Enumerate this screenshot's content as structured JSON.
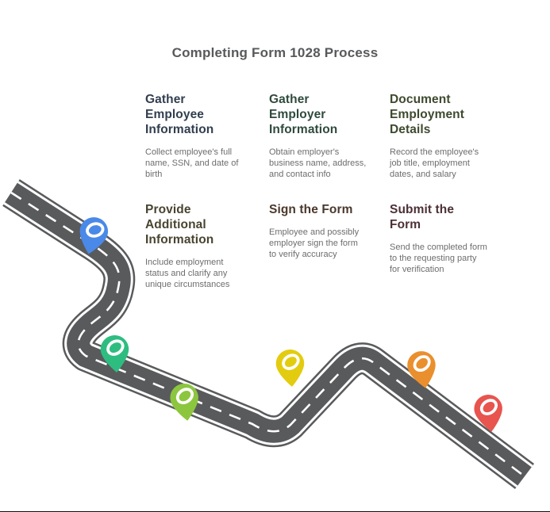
{
  "title": "Completing Form 1028 Process",
  "theme": {
    "background": "#ffffff",
    "title_color": "#58595b",
    "body_text_color": "#6d6d6d",
    "road_color": "#595a5c",
    "road_line_color": "#ffffff"
  },
  "steps": [
    {
      "heading": "Gather Employee Information",
      "description": "Collect employee's full name, SSN, and date of birth",
      "heading_color": "#323e4f",
      "pin": "blue-location-pin",
      "pin_color": "#4a89e8"
    },
    {
      "heading": "Gather Employer Information",
      "description": "Obtain employer's business name, address, and contact info",
      "heading_color": "#2f4a3d",
      "pin": "green-location-pin",
      "pin_color": "#2ebd80"
    },
    {
      "heading": "Document Employment Details",
      "description": "Record the employee's job title, employment dates, and salary",
      "heading_color": "#3e4a2e",
      "pin": "light-green-location-pin",
      "pin_color": "#8cc63e"
    },
    {
      "heading": "Provide Additional Information",
      "description": "Include employment status and clarify any unique circumstances",
      "heading_color": "#494430",
      "pin": "yellow-location-pin",
      "pin_color": "#e3cc0f"
    },
    {
      "heading": "Sign the Form",
      "description": "Employee and possibly employer sign the form to verify accuracy",
      "heading_color": "#4a382c",
      "pin": "orange-location-pin",
      "pin_color": "#ea8f2d"
    },
    {
      "heading": "Submit the Form",
      "description": "Send the completed form to the requesting party for verification",
      "heading_color": "#4c3036",
      "pin": "red-location-pin",
      "pin_color": "#e8544e"
    }
  ]
}
